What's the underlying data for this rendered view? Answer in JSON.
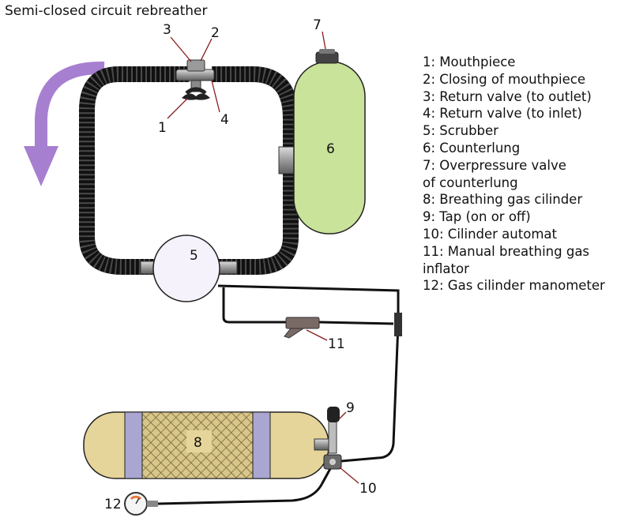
{
  "title": "Semi-closed circuit rebreather",
  "callouts": {
    "n1": "1",
    "n2": "2",
    "n3": "3",
    "n4": "4",
    "n5": "5",
    "n6": "6",
    "n7": "7",
    "n8": "8",
    "n9": "9",
    "n10": "10",
    "n11": "11",
    "n12": "12"
  },
  "legend": [
    "1: Mouthpiece",
    "2: Closing of mouthpiece",
    "3: Return valve (to outlet)",
    "4: Return valve (to inlet)",
    "5: Scrubber",
    "6: Counterlung",
    "7: Overpressure valve",
    "of counterlung",
    "8: Breathing gas cilinder",
    "9: Tap (on or off)",
    "10: Cilinder automat",
    "11: Manual breathing gas",
    "inflator",
    "12: Gas cilinder manometer"
  ],
  "colors": {
    "flow_arrow": "#a77fd0",
    "hose": "#1a1a1a",
    "counterlung": "#c9e39a",
    "scrubber": "#f6f2fb",
    "cylinder_body": "#e6d59a",
    "cylinder_band": "#a9a6d2",
    "net": "#7a6a3a"
  }
}
